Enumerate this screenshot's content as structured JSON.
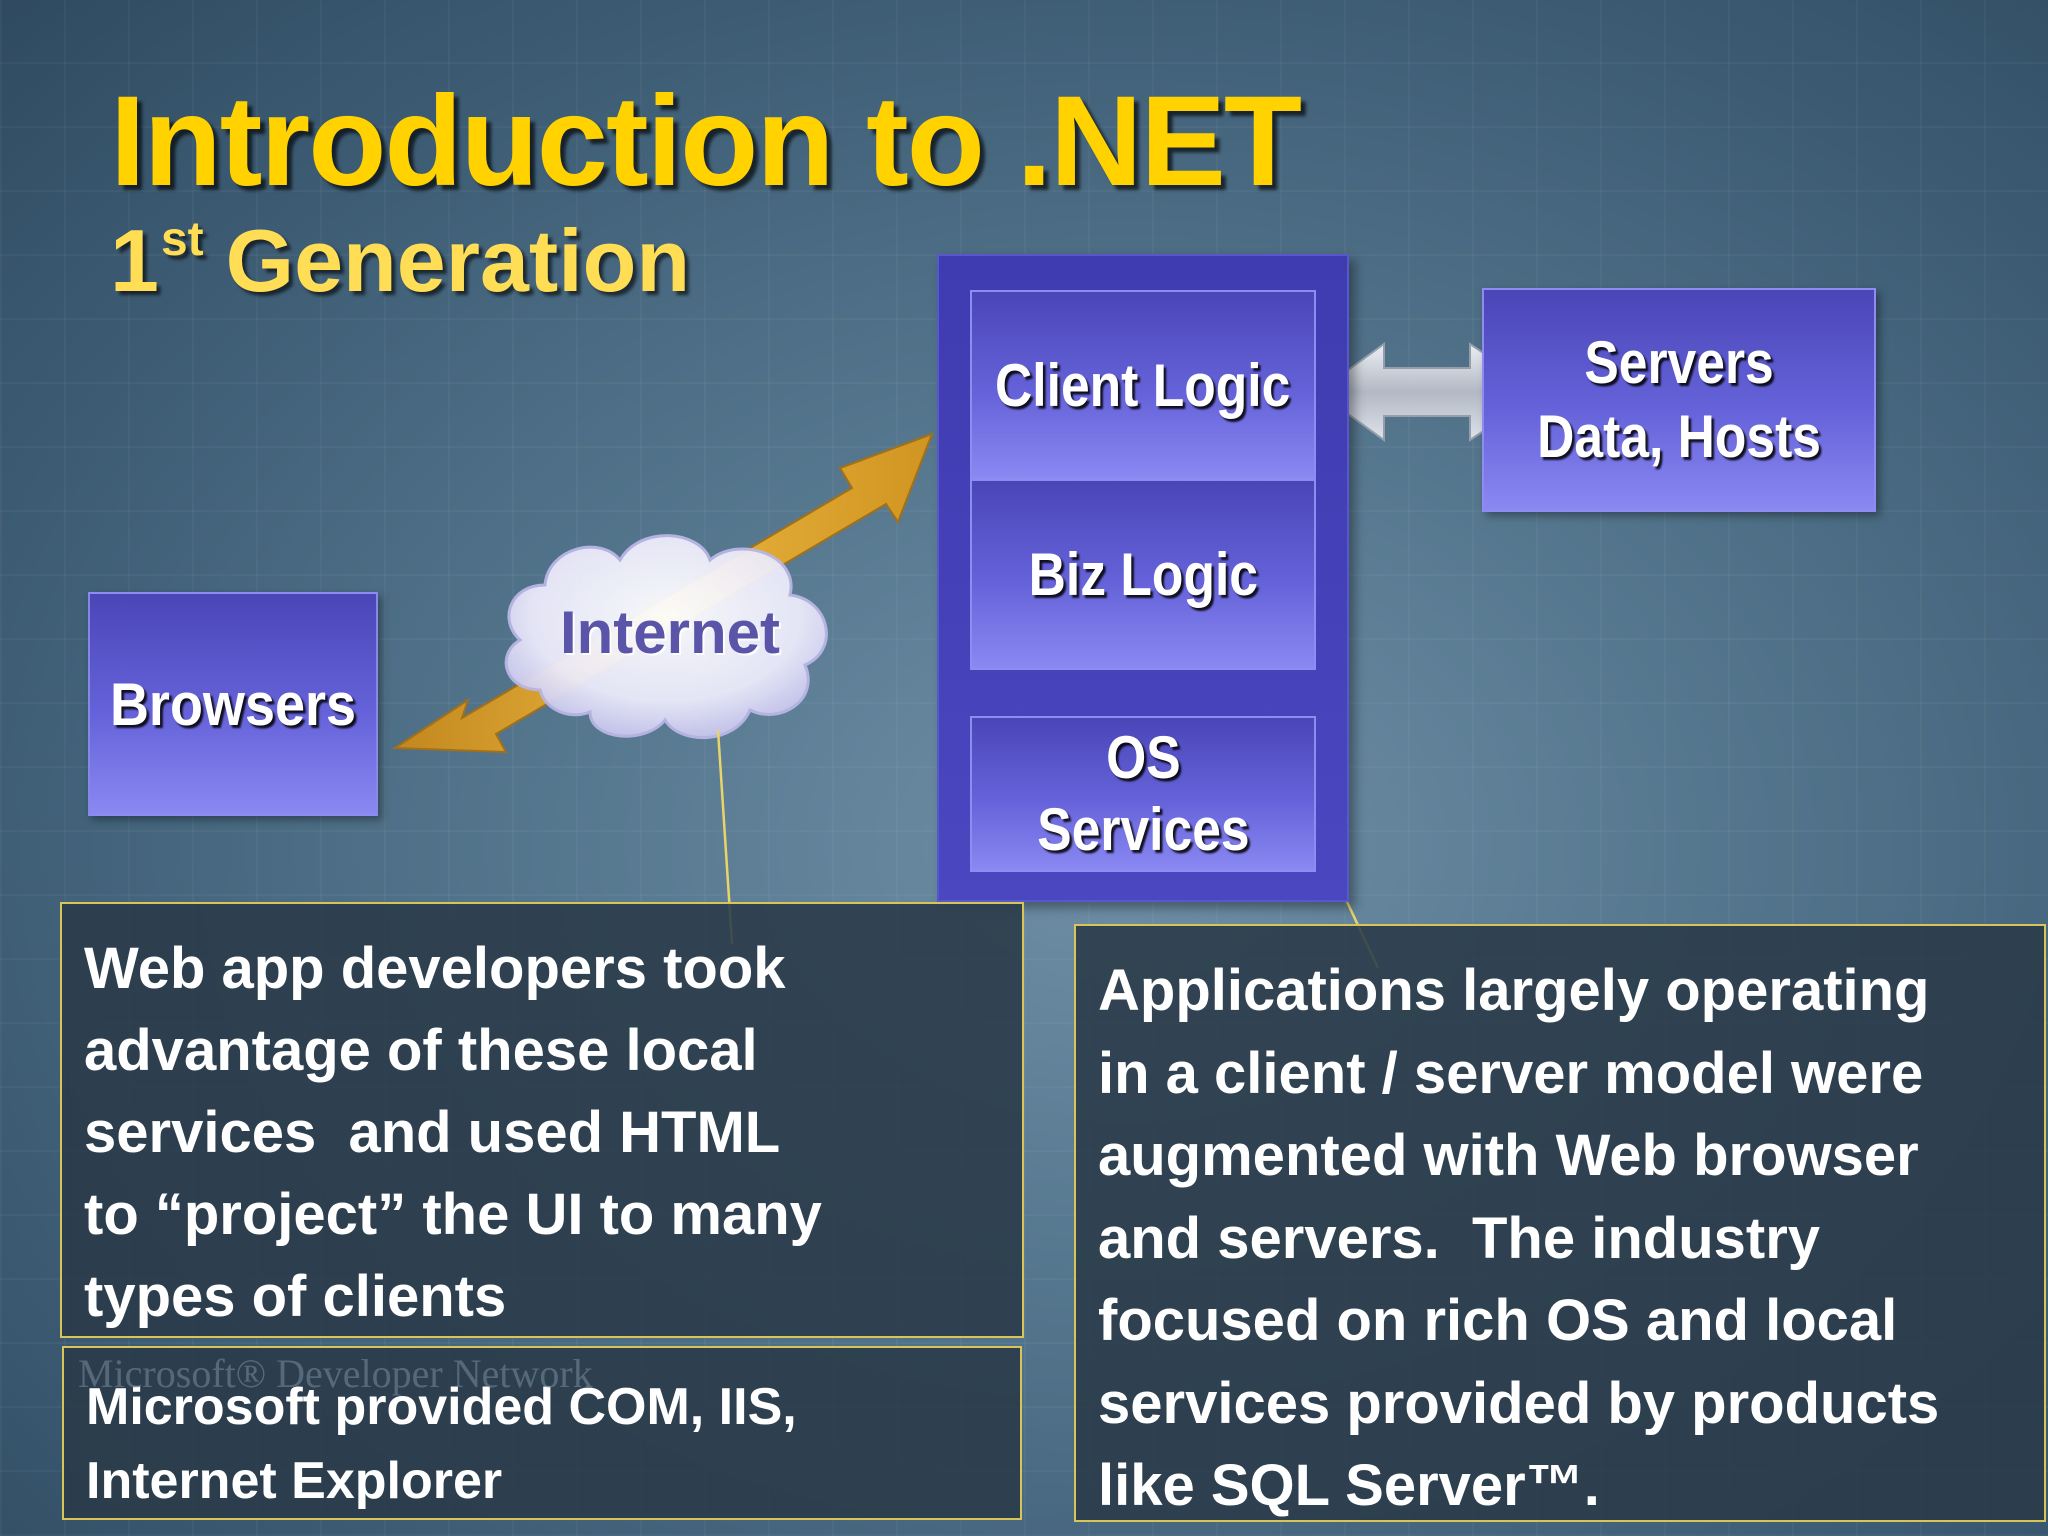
{
  "slide": {
    "title": "Introduction to .NET",
    "subtitle_number": "1",
    "subtitle_sup": "st",
    "subtitle_rest": "Generation"
  },
  "diagram": {
    "browsers_label": "Browsers",
    "internet_label": "Internet",
    "client_logic_label": "Client Logic",
    "biz_logic_label": "Biz Logic",
    "os_services_line1": "OS",
    "os_services_line2": "Services",
    "servers_line1": "Servers",
    "servers_line2": "Data, Hosts"
  },
  "callouts": {
    "left_lines": [
      "Web app developers took",
      "advantage of these local",
      "services  and used HTML",
      "to “project” the UI to many",
      "types of clients"
    ],
    "microsoft_lines": [
      "Microsoft provided COM, IIS,",
      "Internet Explorer"
    ],
    "right_lines": [
      "Applications largely operating",
      "in a client / server model were",
      "augmented with Web browser",
      "and servers.  The industry",
      "focused on rich OS and local",
      "services provided by products",
      "like SQL Server™."
    ],
    "watermark": "Microsoft® Developer Network"
  },
  "colors": {
    "title": "#ffd200",
    "subtitle": "#ffdd55",
    "box_fill": "#5c59d0",
    "arrow_gold": "#e0a21c",
    "arrow_silver": "#d8dce6",
    "callout_border": "#d8c55a",
    "leader_line": "#e8d468"
  }
}
